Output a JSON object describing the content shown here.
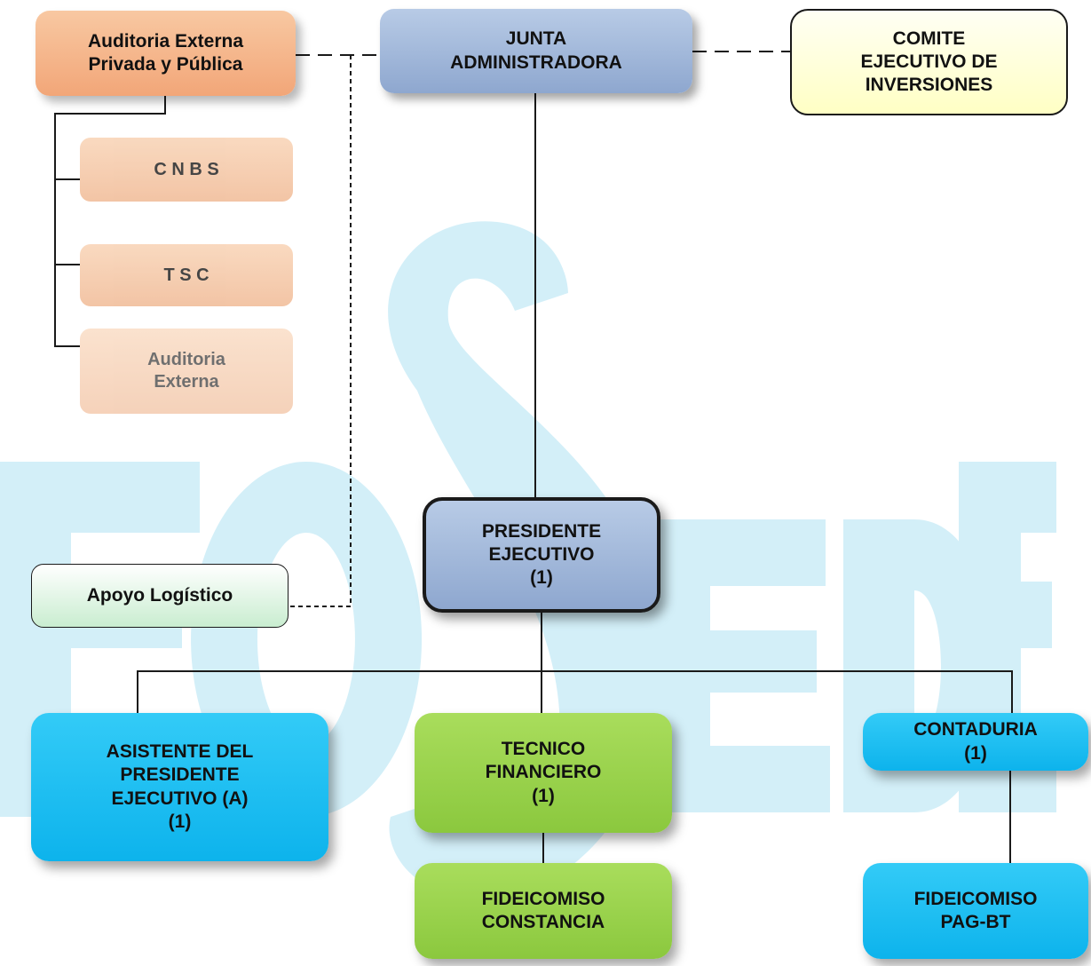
{
  "colors": {
    "watermark": "#d3eff8",
    "line": "#1a1a1a"
  },
  "watermark_logo": "FOSEDE",
  "nodes": {
    "auditoria_externa_privada": [
      "Auditoria Externa",
      "Privada y Pública"
    ],
    "cnbs": [
      "C N B S"
    ],
    "tsc": [
      "T S C"
    ],
    "auditoria_externa": [
      "Auditoria",
      "Externa"
    ],
    "junta": [
      "JUNTA",
      "ADMINISTRADORA"
    ],
    "comite": [
      "COMITE",
      "EJECUTIVO DE",
      "INVERSIONES"
    ],
    "presidente": [
      "PRESIDENTE",
      "EJECUTIVO",
      "(1)"
    ],
    "apoyo": [
      "Apoyo Logístico"
    ],
    "asistente": [
      "ASISTENTE DEL",
      "PRESIDENTE",
      "EJECUTIVO (A)",
      "(1)"
    ],
    "tecnico": [
      "TECNICO",
      "FINANCIERO",
      "(1)"
    ],
    "contaduria": [
      "CONTADURIA",
      "(1)"
    ],
    "fideicomiso_constancia": [
      "FIDEICOMISO",
      "CONSTANCIA"
    ],
    "fideicomiso_pag": [
      "FIDEICOMISO",
      "PAG-BT"
    ]
  }
}
